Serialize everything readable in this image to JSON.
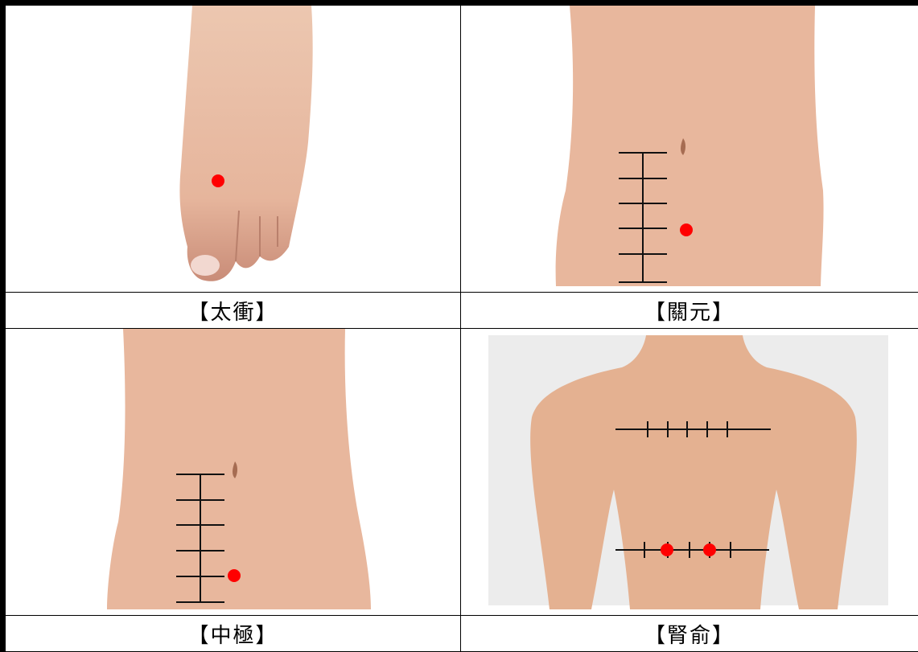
{
  "colors": {
    "skin": "#e7b79a",
    "skin_shadow": "#cf9878",
    "marker": "#ff0000",
    "line": "#111111",
    "background_back": "#ececec"
  },
  "acupoints": [
    {
      "label": "【太衝】",
      "body_part": "foot"
    },
    {
      "label": "【關元】",
      "body_part": "abdomen"
    },
    {
      "label": "【中極】",
      "body_part": "abdomen"
    },
    {
      "label": "【腎俞】",
      "body_part": "back"
    }
  ]
}
